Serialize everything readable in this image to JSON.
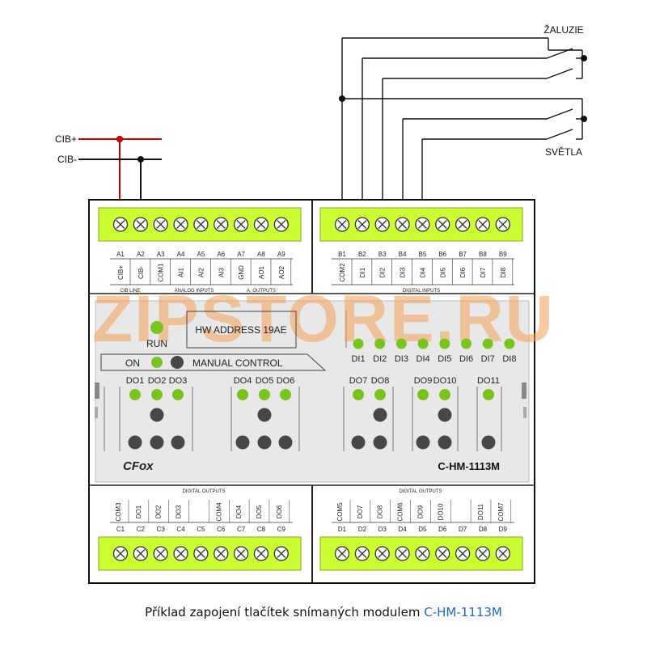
{
  "external": {
    "zaluzie": "ŽALUZIE",
    "svetla": "SVĚTLA",
    "cib_plus": "CIB+",
    "cib_minus": "CIB-"
  },
  "watermark": "ZIPSTORE.RU",
  "top_left": {
    "ids": [
      "A1",
      "A2",
      "A3",
      "A4",
      "A5",
      "A6",
      "A7",
      "A8",
      "A9"
    ],
    "signals": [
      "CIB+",
      "CIB-",
      "COM1",
      "AI1",
      "AI2",
      "AI3",
      "GND",
      "AO1",
      "AO2"
    ],
    "groups": [
      "CIB LINE",
      "ANALOG INPUTS",
      "A. OUTPUTS"
    ]
  },
  "top_right": {
    "ids": [
      "B1",
      "B2",
      "B3",
      "B4",
      "B5",
      "B6",
      "B7",
      "B8",
      "B9"
    ],
    "signals": [
      "COM2",
      "DI1",
      "DI2",
      "DI3",
      "DI4",
      "DI5",
      "DI6",
      "DI7",
      "DI8"
    ],
    "group": "DIGITAL INPUTS"
  },
  "panel": {
    "run": "RUN",
    "hw_address": "HW ADDRESS 19AE",
    "on": "ON",
    "manual": "MANUAL CONTROL",
    "di_labels": [
      "DI1",
      "DI2",
      "DI3",
      "DI4",
      "DI5",
      "DI6",
      "DI7",
      "DI8"
    ],
    "do_labels": [
      "DO1",
      "DO2",
      "DO3",
      "DO4",
      "DO5",
      "DO6",
      "DO7",
      "DO8",
      "DO9",
      "DO10",
      "DO11"
    ],
    "logo": "CFox",
    "model": "C-HM-1113M"
  },
  "bottom_left": {
    "group": "DIGITAL OUTPUTS",
    "signals": [
      "COM3",
      "DO1",
      "DO2",
      "DO3",
      "",
      "COM4",
      "DO4",
      "DO5",
      "DO6"
    ],
    "ids": [
      "C1",
      "C2",
      "C3",
      "C4",
      "C5",
      "C6",
      "C7",
      "C8",
      "C9"
    ]
  },
  "bottom_right": {
    "group": "DIGITAL OUTPUTS",
    "signals": [
      "COM5",
      "DO7",
      "DO8",
      "COM6",
      "DO9",
      "DO10",
      "",
      "DO11",
      "COM7"
    ],
    "ids": [
      "D1",
      "D2",
      "D3",
      "D4",
      "D5",
      "D6",
      "D7",
      "D8",
      "D9"
    ]
  },
  "caption": {
    "text": "Příklad zapojení tlačítek snímaných modulem ",
    "model": "C-HM-1113M"
  },
  "colors": {
    "terminal_green": "#ccff33",
    "led_green": "#7ac41f",
    "button_gray": "#474747",
    "cib_plus_wire": "#cc0000",
    "panel": "#e8e8e8",
    "watermark": "#f4a055",
    "caption_model": "#1f66c9"
  }
}
